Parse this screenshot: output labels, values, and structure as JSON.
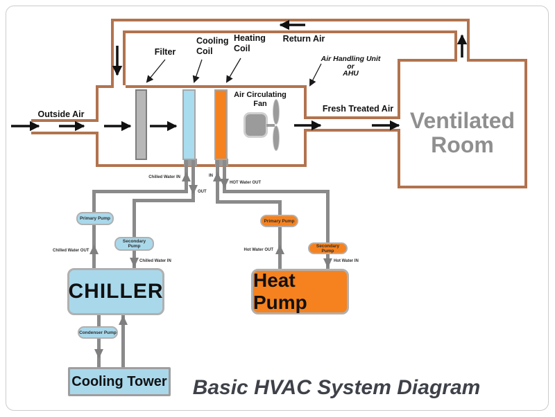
{
  "title": "Basic HVAC System Diagram",
  "colors": {
    "duct": "#b2734e",
    "pipe": "#8a8a8a",
    "cooling_coil": "#a9dcee",
    "heating_coil": "#f5821f",
    "equipment_blue": "#a9d8eb",
    "equipment_orange": "#f5821f",
    "filter_gray": "#b7b7b7",
    "room_text": "#8f8f8f",
    "title_text": "#3e4148",
    "flow_arrow": "#111111"
  },
  "airflow": {
    "outside_air": "Outside Air",
    "return_air": "Return Air",
    "fresh_treated_air": "Fresh Treated Air"
  },
  "ahu": {
    "label_line1": "Air Handling Unit",
    "label_line2": "or",
    "label_line3": "AHU",
    "filter_label": "Filter",
    "cooling_coil_line1": "Cooling",
    "cooling_coil_line2": "Coil",
    "heating_coil_line1": "Heating",
    "heating_coil_line2": "Coil",
    "fan_line1": "Air Circulating",
    "fan_line2": "Fan"
  },
  "room": {
    "line1": "Ventilated",
    "line2": "Room"
  },
  "chilled_loop": {
    "primary_pump": "Primary Pump",
    "secondary_pump": "Secondary Pump",
    "condenser_pump": "Condenser Pump",
    "chiller": "CHILLER",
    "cooling_tower": "Cooling Tower",
    "coil_in": "Chilled Water IN",
    "coil_out": "OUT",
    "chiller_out": "Chilled Water OUT",
    "chiller_in": "Chilled Water IN"
  },
  "hot_loop": {
    "primary_pump": "Primary Pump",
    "secondary_pump": "Secondary Pump",
    "heat_pump": "Heat Pump",
    "coil_in": "IN",
    "coil_out": "HOT Water OUT",
    "pump_out": "Hot Water OUT",
    "pump_in": "Hot Water IN"
  }
}
